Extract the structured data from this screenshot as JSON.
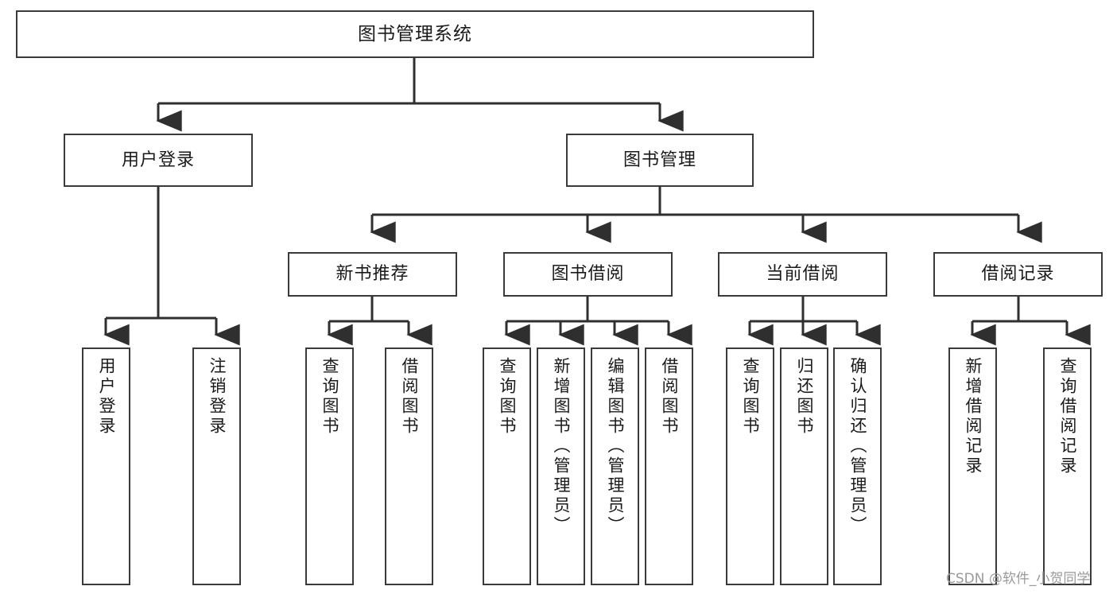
{
  "diagram": {
    "kind": "tree-hierarchy-diagram",
    "title": "图书管理系统",
    "line_color": "#3a3a3a",
    "box_fill": "#ffffff",
    "text_color": "#1a1a1a",
    "background": "#ffffff"
  },
  "nodes": {
    "root": {
      "label": "图书管理系统"
    },
    "level1": [
      {
        "label": "用户登录"
      },
      {
        "label": "图书管理"
      }
    ],
    "level2": [
      {
        "label": "新书推荐"
      },
      {
        "label": "图书借阅"
      },
      {
        "label": "当前借阅"
      },
      {
        "label": "借阅记录"
      }
    ],
    "leaves_user_login": [
      {
        "label": "用户登录"
      },
      {
        "label": "注销登录"
      }
    ],
    "leaves_new_book": [
      {
        "label": "查询图书"
      },
      {
        "label": "借阅图书"
      }
    ],
    "leaves_borrow": [
      {
        "label": "查询图书"
      },
      {
        "label": "新增图书（管理员）"
      },
      {
        "label": "编辑图书（管理员）"
      },
      {
        "label": "借阅图书"
      }
    ],
    "leaves_current": [
      {
        "label": "查询图书"
      },
      {
        "label": "归还图书"
      },
      {
        "label": "确认归还（管理员）"
      }
    ],
    "leaves_record": [
      {
        "label": "新增借阅记录"
      },
      {
        "label": "查询借阅记录"
      }
    ]
  },
  "watermark": {
    "text": "CSDN @软件_小贺同学"
  }
}
